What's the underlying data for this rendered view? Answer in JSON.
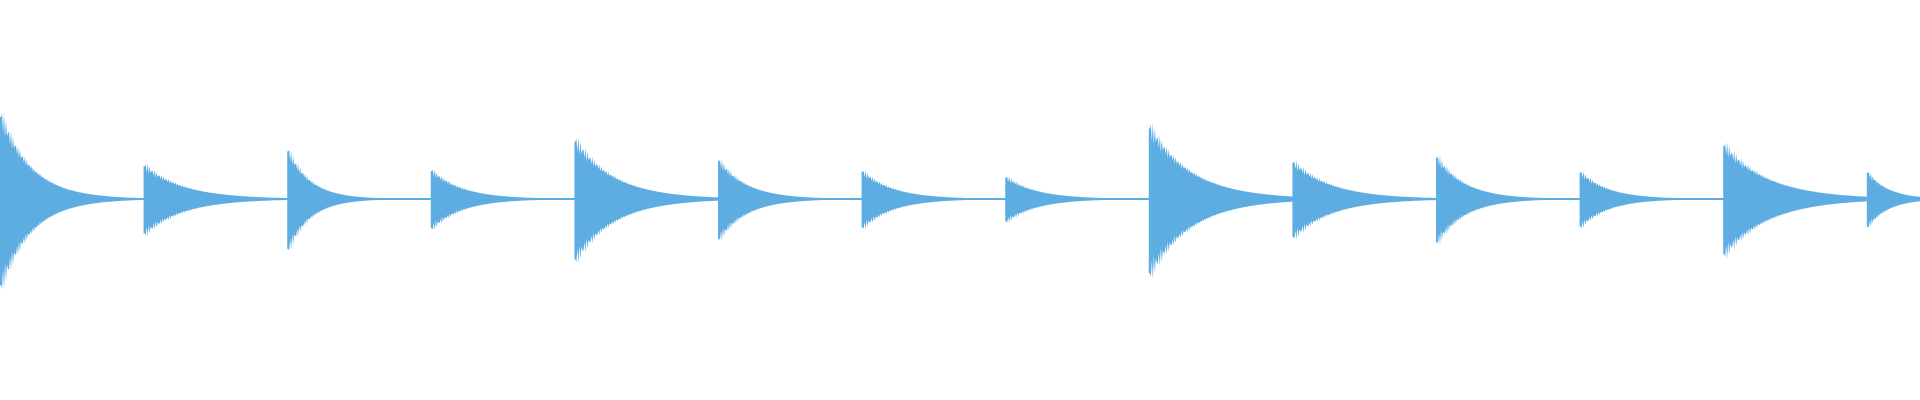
{
  "waveform": {
    "color": "#5dade2",
    "background": "#ffffff",
    "hits": [
      {
        "attack": 1.0,
        "decay": 0.22
      },
      {
        "attack": 0.4,
        "decay": 0.28
      },
      {
        "attack": 0.58,
        "decay": 0.16
      },
      {
        "attack": 0.34,
        "decay": 0.22
      },
      {
        "attack": 0.7,
        "decay": 0.28
      },
      {
        "attack": 0.46,
        "decay": 0.2
      },
      {
        "attack": 0.33,
        "decay": 0.22
      },
      {
        "attack": 0.26,
        "decay": 0.22
      },
      {
        "attack": 0.86,
        "decay": 0.3
      },
      {
        "attack": 0.44,
        "decay": 0.28
      },
      {
        "attack": 0.5,
        "decay": 0.2
      },
      {
        "attack": 0.32,
        "decay": 0.2
      },
      {
        "attack": 0.64,
        "decay": 0.32
      },
      {
        "attack": 0.32,
        "decay": 0.4
      }
    ]
  }
}
